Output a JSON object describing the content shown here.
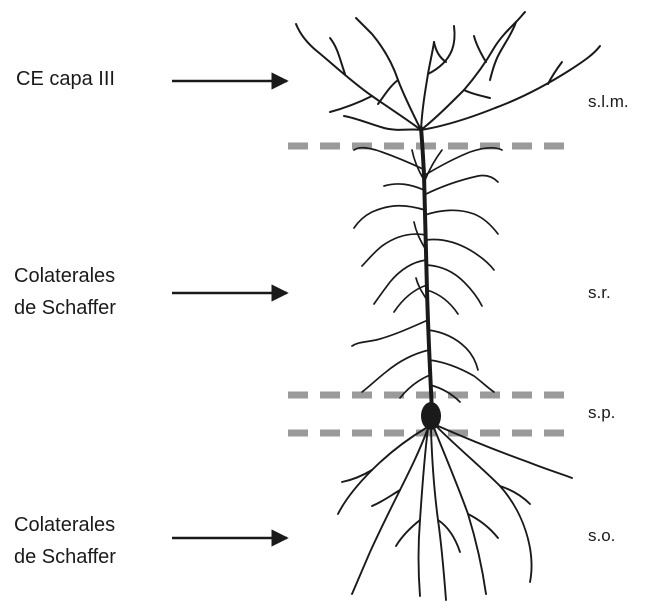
{
  "input_labels": {
    "ce_capa_iii": "CE capa III",
    "schaffer_upper": {
      "line1": "Colaterales",
      "line2": "de Schaffer"
    },
    "schaffer_lower": {
      "line1": "Colaterales",
      "line2": "de Schaffer"
    }
  },
  "layers": {
    "slm": "s.l.m.",
    "sr": "s.r.",
    "sp": "s.p.",
    "so": "s.o."
  },
  "colors": {
    "neuron": "#1a1a1a",
    "boundary": "#9a9a9a",
    "arrow": "#1a1a1a"
  }
}
